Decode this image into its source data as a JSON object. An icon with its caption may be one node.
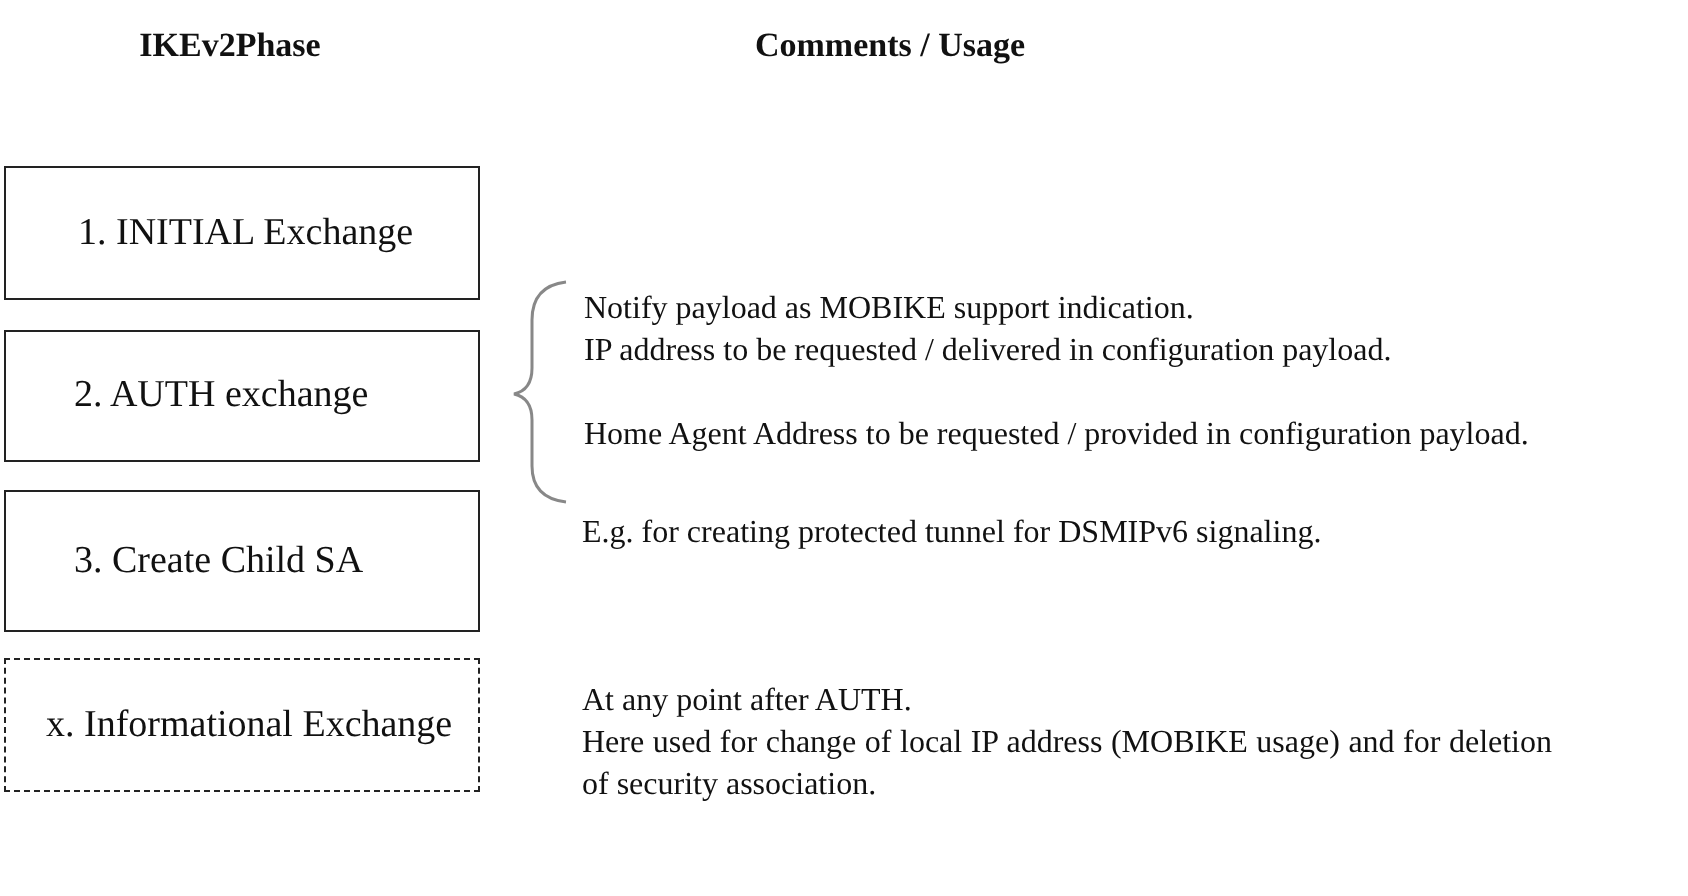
{
  "diagram": {
    "nodes": [
      {
        "text": [
          "1. INITIAL Exchange"
        ]
      },
      {
        "text": [
          "2. AUTH exchange"
        ]
      },
      {
        "text": [
          "3. Create Child SA"
        ]
      },
      {
        "text": [
          "x. Informational Exchange"
        ]
      }
    ],
    "labels": [
      "IKEv2Phase",
      "Comments / Usage",
      "Notify payload as MOBIKE support indication.",
      "IP address to be requested / delivered in configuration payload.",
      "Home Agent Address to be requested / provided in configuration payload.",
      "E.g. for creating protected tunnel for DSMIPv6 signaling.",
      "At any point after AUTH.",
      "Here used for change of local IP address (MOBIKE usage) and for deletion of security association."
    ]
  }
}
